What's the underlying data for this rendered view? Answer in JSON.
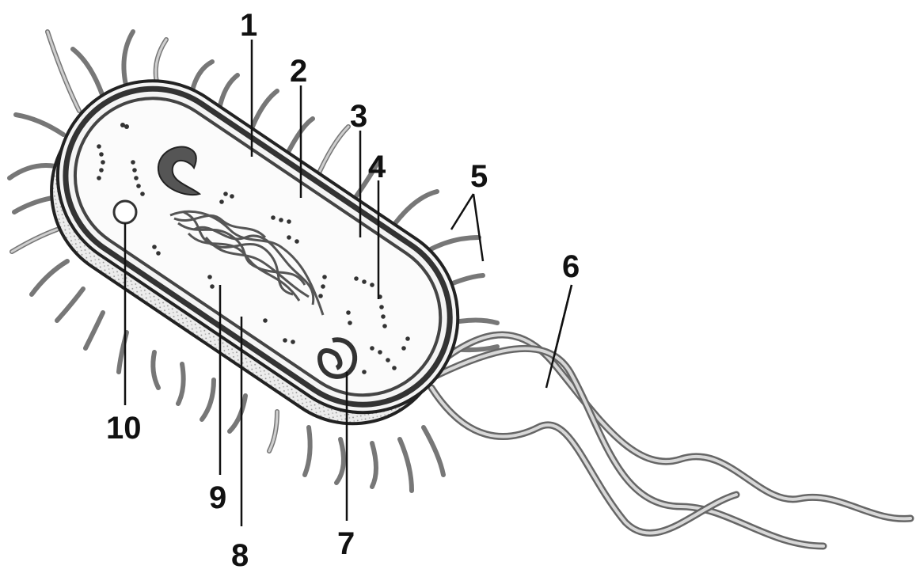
{
  "diagram": {
    "labels": [
      {
        "id": "1",
        "text": "1"
      },
      {
        "id": "2",
        "text": "2"
      },
      {
        "id": "3",
        "text": "3"
      },
      {
        "id": "4",
        "text": "4"
      },
      {
        "id": "5",
        "text": "5"
      },
      {
        "id": "6",
        "text": "6"
      },
      {
        "id": "7",
        "text": "7"
      },
      {
        "id": "8",
        "text": "8"
      },
      {
        "id": "9",
        "text": "9"
      },
      {
        "id": "10",
        "text": "10"
      }
    ]
  }
}
